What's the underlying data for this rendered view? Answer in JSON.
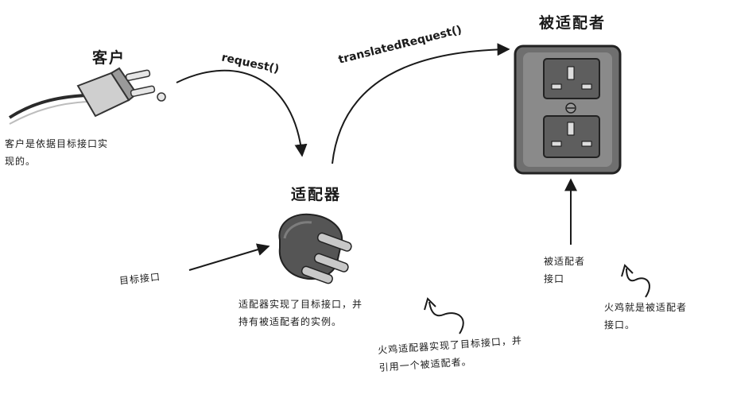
{
  "labels": {
    "client": "客户",
    "adapter": "适配器",
    "adaptee": "被适配者",
    "request_call": "request()",
    "translated_call": "translatedRequest()"
  },
  "notes": {
    "client_line1": "客户是依据目标接口实",
    "client_line2": "现的。",
    "target_interface": "目标接口",
    "adapter_line1": "适配器实现了目标接口，并",
    "adapter_line2": "持有被适配者的实例。",
    "adaptee_iface_line1": "被适配者",
    "adaptee_iface_line2": "接口",
    "turkey_line1": "火鸡就是被适配者",
    "turkey_line2": "接口。",
    "turkey_adapter_line1": "火鸡适配器实现了目标接口，并",
    "turkey_adapter_line2": "引用一个被适配者。"
  },
  "icons": [
    "plug-icon",
    "adapter-plug-icon",
    "wall-socket-icon"
  ],
  "colors": {
    "ink": "#1a1a1a",
    "outlet_body": "#6f6f6f",
    "plug_body": "#555555",
    "prong": "#c8c8c8"
  }
}
